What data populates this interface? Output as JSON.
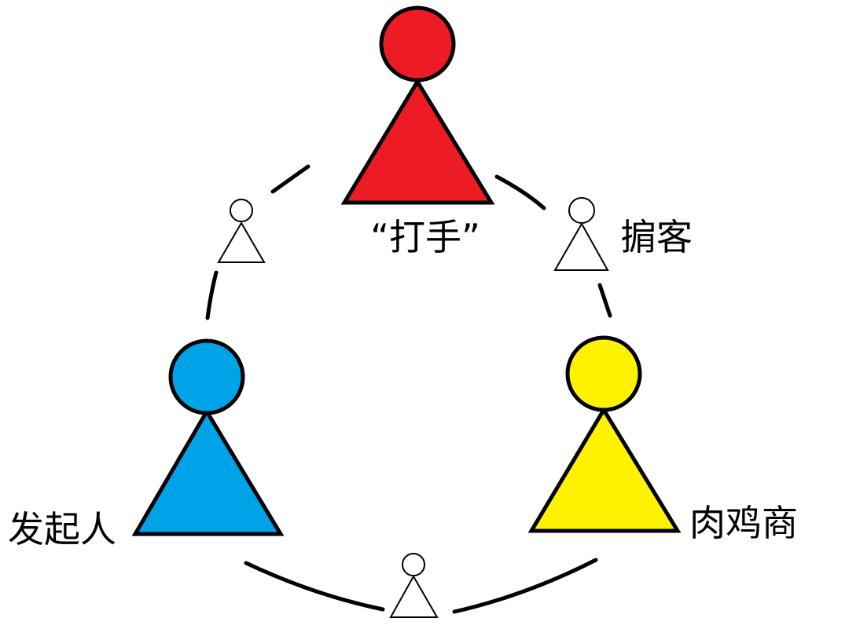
{
  "figures": {
    "enforcer": {
      "label": "“打手”",
      "color": "#ED1C24"
    },
    "initiator": {
      "label": "发起人",
      "color": "#00A2E8"
    },
    "meat_chicken_merchant": {
      "label": "肉鸡商",
      "color": "#FFF200"
    },
    "broker": {
      "label": "掮客"
    }
  },
  "colors": {
    "outline": "#000000",
    "background": "#FFFFFF"
  }
}
